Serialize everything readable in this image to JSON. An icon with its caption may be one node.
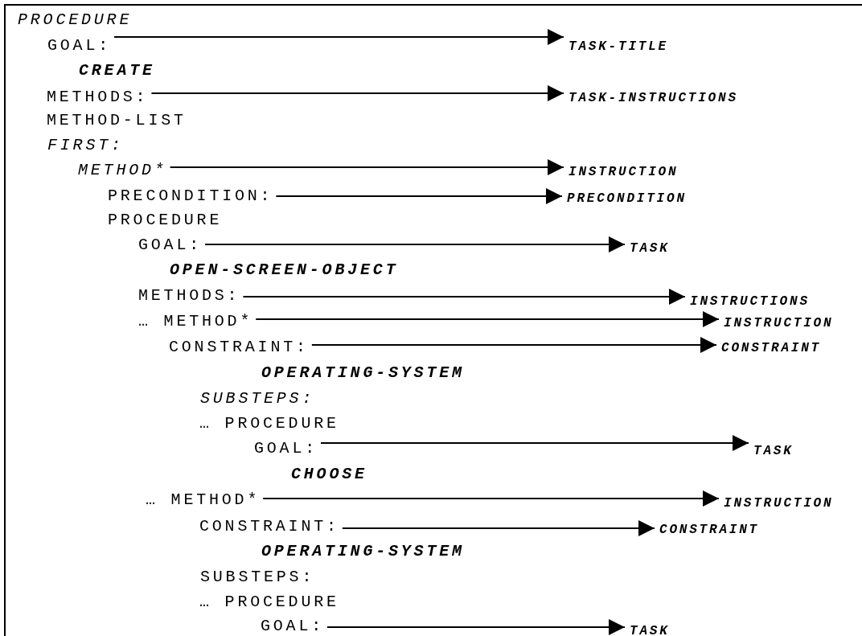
{
  "diagram": {
    "nodes": [
      {
        "text": [
          "GOAL:"
        ]
      },
      {
        "text": [
          "TASK-TITLE"
        ]
      },
      {
        "text": [
          "METHODS:"
        ]
      },
      {
        "text": [
          "TASK-INSTRUCTIONS"
        ]
      },
      {
        "text": [
          "METHOD*"
        ]
      },
      {
        "text": [
          "INSTRUCTION"
        ]
      },
      {
        "text": [
          "PRECONDITION:"
        ]
      },
      {
        "text": [
          "PRECONDITION"
        ]
      },
      {
        "text": [
          "GOAL:"
        ]
      },
      {
        "text": [
          "TASK"
        ]
      },
      {
        "text": [
          "METHODS:"
        ]
      },
      {
        "text": [
          "INSTRUCTIONS"
        ]
      },
      {
        "text": [
          "… METHOD*"
        ]
      },
      {
        "text": [
          "INSTRUCTION"
        ]
      },
      {
        "text": [
          "CONSTRAINT:"
        ]
      },
      {
        "text": [
          "CONSTRAINT"
        ]
      },
      {
        "text": [
          "GOAL:"
        ]
      },
      {
        "text": [
          "TASK"
        ]
      },
      {
        "text": [
          "… METHOD*"
        ]
      },
      {
        "text": [
          "INSTRUCTION"
        ]
      },
      {
        "text": [
          "CONSTRAINT:"
        ]
      },
      {
        "text": [
          "CONSTRAINT"
        ]
      },
      {
        "text": [
          "GOAL:"
        ]
      },
      {
        "text": [
          "TASK"
        ]
      }
    ],
    "edges": [
      {
        "from": 0,
        "to": 1,
        "arrow": "to"
      },
      {
        "from": 2,
        "to": 3,
        "arrow": "to"
      },
      {
        "from": 4,
        "to": 5,
        "arrow": "to"
      },
      {
        "from": 6,
        "to": 7,
        "arrow": "to"
      },
      {
        "from": 8,
        "to": 9,
        "arrow": "to"
      },
      {
        "from": 10,
        "to": 11,
        "arrow": "to"
      },
      {
        "from": 12,
        "to": 13,
        "arrow": "to"
      },
      {
        "from": 14,
        "to": 15,
        "arrow": "to"
      },
      {
        "from": 16,
        "to": 17,
        "arrow": "to"
      },
      {
        "from": 18,
        "to": 19,
        "arrow": "to"
      },
      {
        "from": 20,
        "to": 21,
        "arrow": "to"
      },
      {
        "from": 22,
        "to": 23,
        "arrow": "to"
      }
    ],
    "labels": [
      "PROCEDURE",
      "CREATE",
      "METHOD-LIST",
      "FIRST:",
      "PROCEDURE",
      "OPEN-SCREEN-OBJECT",
      "OPERATING-SYSTEM",
      "SUBSTEPS:",
      "… PROCEDURE",
      "CHOOSE",
      "OPERATING-SYSTEM",
      "SUBSTEPS:",
      "… PROCEDURE"
    ]
  }
}
